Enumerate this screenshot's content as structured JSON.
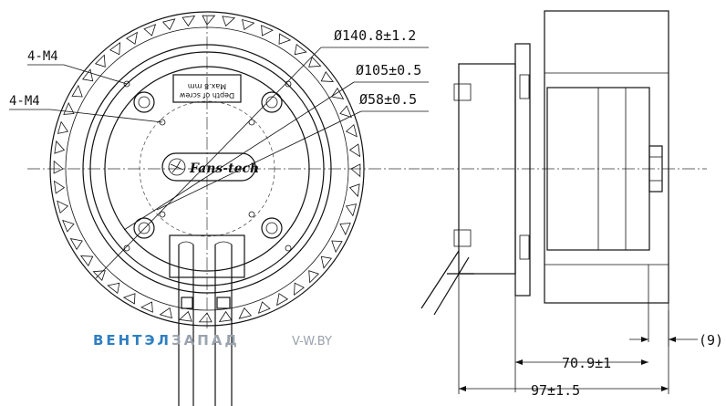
{
  "front_view": {
    "label_holes_outer": "4-M4",
    "label_holes_inner": "4-M4",
    "dim_outer": "Ø140.8±1.2",
    "dim_middle": "Ø105±0.5",
    "dim_inner": "Ø58±0.5",
    "sticker_line1": "Depth of screw",
    "sticker_line2": "Max.8 mm",
    "logo_text": "Fans-tech"
  },
  "side_view": {
    "dim_offset": "(9)",
    "dim_motor": "70.9±1",
    "dim_total": "97±1.5"
  },
  "watermark": {
    "brand_part1": "ВЕНТЭЛ",
    "brand_part2": "ЗАПАД",
    "site": "V-W.BY",
    "color1": "#2e7fc2",
    "color2": "#9aa3ad"
  }
}
